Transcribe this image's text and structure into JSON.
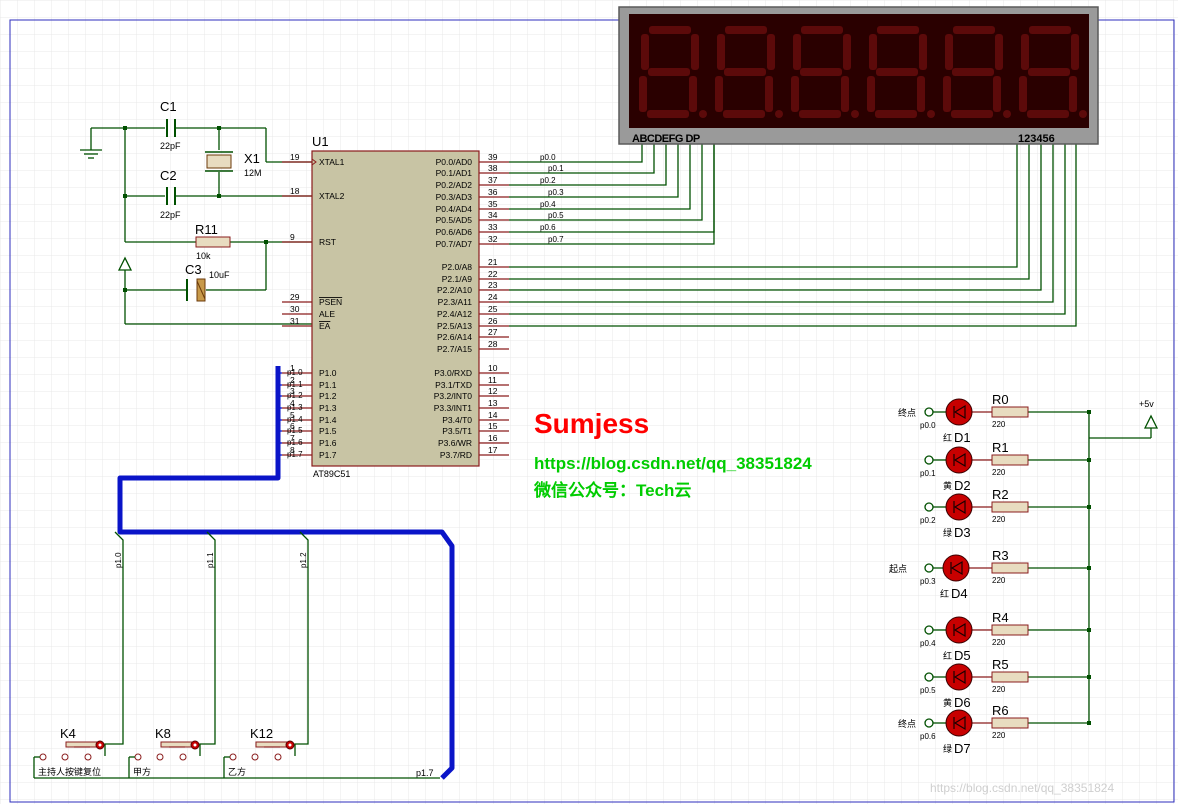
{
  "chip": {
    "ref": "U1",
    "part": "AT89C51",
    "left_pins": [
      {
        "num": "19",
        "name": "XTAL1"
      },
      {
        "num": "18",
        "name": "XTAL2"
      },
      {
        "num": "9",
        "name": "RST"
      },
      {
        "num": "29",
        "name": "PSEN"
      },
      {
        "num": "30",
        "name": "ALE"
      },
      {
        "num": "31",
        "name": "EA"
      },
      {
        "num": "1",
        "name": "P1.0",
        "net": "p1.0"
      },
      {
        "num": "2",
        "name": "P1.1",
        "net": "p1.1"
      },
      {
        "num": "3",
        "name": "P1.2",
        "net": "p1.2"
      },
      {
        "num": "4",
        "name": "P1.3",
        "net": "p1.3"
      },
      {
        "num": "5",
        "name": "P1.4",
        "net": "p1.4"
      },
      {
        "num": "6",
        "name": "P1.5",
        "net": "p1.5"
      },
      {
        "num": "7",
        "name": "P1.6",
        "net": "p1.6"
      },
      {
        "num": "8",
        "name": "P1.7",
        "net": "p1.7"
      }
    ],
    "right_pins": [
      {
        "num": "39",
        "name": "P0.0/AD0",
        "net": "p0.0"
      },
      {
        "num": "38",
        "name": "P0.1/AD1",
        "net": "p0.1"
      },
      {
        "num": "37",
        "name": "P0.2/AD2",
        "net": "p0.2"
      },
      {
        "num": "36",
        "name": "P0.3/AD3",
        "net": "p0.3"
      },
      {
        "num": "35",
        "name": "P0.4/AD4",
        "net": "p0.4"
      },
      {
        "num": "34",
        "name": "P0.5/AD5",
        "net": "p0.5"
      },
      {
        "num": "33",
        "name": "P0.6/AD6",
        "net": "p0.6"
      },
      {
        "num": "32",
        "name": "P0.7/AD7",
        "net": "p0.7"
      },
      {
        "num": "21",
        "name": "P2.0/A8"
      },
      {
        "num": "22",
        "name": "P2.1/A9"
      },
      {
        "num": "23",
        "name": "P2.2/A10"
      },
      {
        "num": "24",
        "name": "P2.3/A11"
      },
      {
        "num": "25",
        "name": "P2.4/A12"
      },
      {
        "num": "26",
        "name": "P2.5/A13"
      },
      {
        "num": "27",
        "name": "P2.6/A14"
      },
      {
        "num": "28",
        "name": "P2.7/A15"
      },
      {
        "num": "10",
        "name": "P3.0/RXD"
      },
      {
        "num": "11",
        "name": "P3.1/TXD"
      },
      {
        "num": "12",
        "name": "P3.2/INT0"
      },
      {
        "num": "13",
        "name": "P3.3/INT1"
      },
      {
        "num": "14",
        "name": "P3.4/T0"
      },
      {
        "num": "15",
        "name": "P3.5/T1"
      },
      {
        "num": "16",
        "name": "P3.6/WR"
      },
      {
        "num": "17",
        "name": "P3.7/RD"
      }
    ]
  },
  "components": {
    "c1": {
      "ref": "C1",
      "value": "22pF"
    },
    "c2": {
      "ref": "C2",
      "value": "22pF"
    },
    "c3": {
      "ref": "C3",
      "value": "10uF"
    },
    "x1": {
      "ref": "X1",
      "value": "12M"
    },
    "r11": {
      "ref": "R11",
      "value": "10k"
    }
  },
  "display": {
    "digits": 6,
    "segment_label": "ABCDEFG DP",
    "common_label": "123456",
    "colors": {
      "body": "#9a9a9a",
      "face": "#2a0000",
      "segment_off": "#5c0a0a",
      "label": "#000000"
    }
  },
  "leds": [
    {
      "ref": "D1",
      "color_label": "红",
      "net": "p0.0",
      "res": "R0",
      "res_value": "220",
      "note": "终点"
    },
    {
      "ref": "D2",
      "color_label": "黄",
      "net": "p0.1",
      "res": "R1",
      "res_value": "220",
      "note": ""
    },
    {
      "ref": "D3",
      "color_label": "绿",
      "net": "p0.2",
      "res": "R2",
      "res_value": "220",
      "note": ""
    },
    {
      "ref": "D4",
      "color_label": "红",
      "net": "p0.3",
      "res": "R3",
      "res_value": "220",
      "note": "起点"
    },
    {
      "ref": "D5",
      "color_label": "红",
      "net": "p0.4",
      "res": "R4",
      "res_value": "220",
      "note": ""
    },
    {
      "ref": "D6",
      "color_label": "黄",
      "net": "p0.5",
      "res": "R5",
      "res_value": "220",
      "note": ""
    },
    {
      "ref": "D7",
      "color_label": "绿",
      "net": "p0.6",
      "res": "R6",
      "res_value": "220",
      "note": "终点"
    }
  ],
  "power_label": "+5v",
  "buttons": [
    {
      "ref": "K4",
      "label": "主持人按键复位",
      "net": "p1.0"
    },
    {
      "ref": "K8",
      "label": "甲方",
      "net": "p1.1"
    },
    {
      "ref": "K12",
      "label": "乙方",
      "net": "p1.2"
    }
  ],
  "bus_net_label": "p1.7",
  "branding": {
    "title": "Sumjess",
    "url": "https://blog.csdn.net/qq_38351824",
    "wechat": "微信公众号：Tech云",
    "watermark": "https://blog.csdn.net/qq_38351824",
    "title_color": "#ff0000",
    "link_color": "#00cc00"
  },
  "colors": {
    "wire": "#005000",
    "bus": "#0a14c8",
    "chip_fill": "#c8c4a4",
    "chip_stroke": "#8a1c1c",
    "led_body": "#c80000",
    "resistor_fill": "#e8dcc0",
    "pin": "#8a1c1c"
  }
}
